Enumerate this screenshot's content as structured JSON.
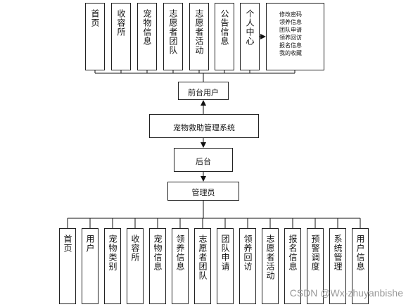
{
  "frontend_items": [
    "首页",
    "收容所",
    "宠物信息",
    "志愿者团队",
    "志愿者活动",
    "公告信息",
    "个人中心"
  ],
  "personal_center_details": "修改密码\n领养信息\n团队申请\n领养回访\n报名信息\n我的收藏",
  "frontend_user": "前台用户",
  "system_name": "宠物救助管理系统",
  "backend": "后台",
  "admin": "管理员",
  "backend_items": [
    "首页",
    "用户",
    "宠物类别",
    "收容所",
    "宠物信息",
    "领养信息",
    "志愿者团队",
    "团队申请",
    "领养回访",
    "志愿者活动",
    "报名信息",
    "预警调度",
    "系统管理",
    "用户信息"
  ],
  "watermark": "CSDN @Wx-zhuyanbishe"
}
